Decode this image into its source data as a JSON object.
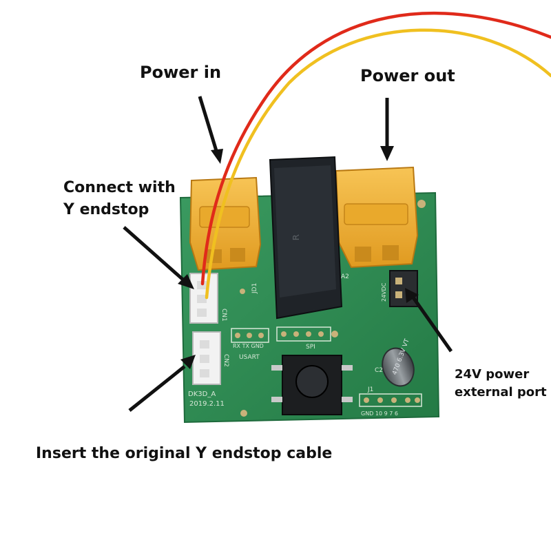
{
  "annotations": {
    "power_in": "Power in",
    "power_out": "Power out",
    "connect_line1": "Connect with",
    "connect_line2": "Y endstop",
    "external_line1": "24V power",
    "external_line2": "external port",
    "insert_cable": "Insert the original Y endstop cable"
  },
  "board_silkscreen": {
    "model": "DK3D_A",
    "date": "2019.2.11",
    "cn1": "CN1",
    "cn2": "CN2",
    "usart": "USART",
    "usart_pins": "RX  TX  GND",
    "spi": "SPI",
    "j1": "J1",
    "j1_pins": "GND 10   9    7    6",
    "a2": "A2",
    "jd1": "JD1",
    "vdc": "24VDC",
    "c2": "C2",
    "cap_rating": "470 6.3V VT"
  },
  "colors": {
    "pcb": "#2f8d55",
    "connector": "#f2b035",
    "relay": "#1f2328",
    "wire_red": "#e02a1a",
    "wire_yellow": "#f0c020"
  }
}
